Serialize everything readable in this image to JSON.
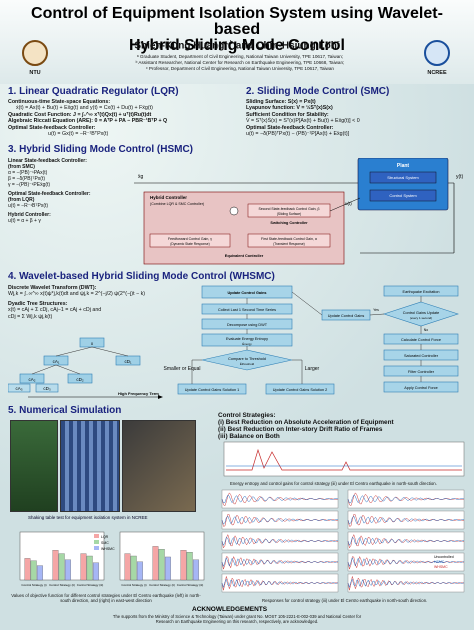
{
  "header": {
    "title_line1": "Control of Equipment Isolation System using Wavelet-based",
    "title_line2": "Hybrid Sliding Mode Control",
    "authors": "Shieh-Kung Huang",
    "authors_sup1": "a, b",
    "authors_and": " and Chin-Hsiung Loh",
    "authors_sup2": "c",
    "affil_a": "ᵃ Graduate Student, Department of Civil Engineering, National Taiwan University, TPE 10617, Taiwan;",
    "affil_b": "ᵇ Assistant Researcher, National Center for Research on Earthquake Engineering, TPE 10668, Taiwan;",
    "affil_c": "ᶜ Professor, Department of Civil Engineering, National Taiwan University, TPE 10617, Taiwan",
    "logo_left": "NTU",
    "logo_right": "NCREE"
  },
  "lqr": {
    "heading": "1. Linear Quadratic Regulator (LQR)",
    "l1": "Continuous-time State-space Equations:",
    "l2": "ẋ(t) = Ax(t) + Bu(t) + Eẍg(t) and y(t) = Cx(t) + Du(t) + Fẍg(t)",
    "l3": "Quadratic Cost Function: J = ∫₀^∞ xᵀ(t)Qx(t) + uᵀ(t)Ru(t)dt",
    "l4": "Algebraic Riccati Equation (ARE): 0 = AᵀP + PA − PBR⁻¹BᵀP + Q",
    "l5": "Optimal State-feedback Controller:",
    "l6": "u(t) = Gx(t) = −R⁻¹BᵀPx(t)"
  },
  "smc": {
    "heading": "2. Sliding Mode Control (SMC)",
    "l1": "Sliding Surface: S(x) = Px(t)",
    "l2": "Lyapunov function: V = ½Sᵀ(x)S(x)",
    "l3": "Sufficient Condition for Stability:",
    "l4": "V̇ = Sᵀ(x)Ṡ(x) = Sᵀ(x)P[Ax(t) + Bu(t) + Eẍg(t)] < 0",
    "l5": "Optimal State-feedback Controller:",
    "l6": "u(t) = −δ(PB)ᵀPx(t) − (PB)⁻¹P[Ax(t) + Eẍg(t)]"
  },
  "hsmc": {
    "heading": "3. Hybrid Sliding Mode Control (HSMC)",
    "l1": "Linear State-feedback Controller:",
    "l2": "(from SMC)",
    "l3": "α = −(PB)⁻¹PAx(t)",
    "l4": "β = −δ(PB)ᵀPx(t)",
    "l5": "γ = −(PB)⁻¹PEẍg(t)",
    "l6": "Optimal State-feedback Controller:",
    "l7": "(from LQR)",
    "l8": "u(t) = −R⁻¹BᵀPx(t)",
    "l9": "Hybrid Controller:",
    "l10": "u(t) = α + β + γ",
    "diagram": {
      "plant": "Plant",
      "structural": "Structural System",
      "control": "Control System",
      "hybrid": "Hybrid Controller",
      "hybrid_sub": "(Combine LQR & SMC Controller)",
      "second_gain": "Second State-feedback Control Gain, β",
      "second_sub": "(Sliding Surface)",
      "switching": "Switching Controller",
      "feedforward": "Feedforward Control Gain, γ",
      "feed_sub": "(Dynamic State Response)",
      "first_gain": "First State-feedback Control Gain, α",
      "first_sub": "(Transient Response)",
      "equivalent": "Equivalent Controller",
      "in_label": "ẍg",
      "out_label": "y(t)",
      "u_label": "u(t)"
    }
  },
  "whsmc": {
    "heading": "4. Wavelet-based Hybrid Sliding Mode Control (WHSMC)",
    "l1": "Discrete Wavelet Transform (DWT):",
    "l2": "Wj,k = ∫₋∞^∞ x(t)ψ*j,k(t)dt and ψj,k = 2^(−j/2) ψ(2^(−j)t − k)",
    "l3": "Dyadic Tree Structures:",
    "l4": "x(t) = cAj + Σ cDj, cAj−1 = cAj + cDj and",
    "l5": "cDj = Σ Wj,k ψj,k(t)",
    "tree": {
      "root": "x",
      "a1": "cA₁",
      "d1": "cD₁",
      "a2": "cA₂",
      "d2": "cD₂",
      "a3": "cA₃",
      "d3": "cD₃",
      "arrow": "High Frequency Term"
    },
    "flow": {
      "update": "Update Control Gains",
      "collect": "Collect Last 1 Second Time Series",
      "decompose": "Decompose using DWT",
      "evaluate": "Evaluate Energy Entropy",
      "evaluate_sym": "Ēnergy",
      "compare": "Compare to Threshold",
      "compare_sym": "Ēthreshold",
      "smaller": "Smaller or Equal",
      "larger": "Larger",
      "gs1": "Update Control Gains Solution 1",
      "gs2": "Update Control Gains Solution 2",
      "exc": "Earthquake Excitation",
      "update_gains": "Update Control Gains",
      "cgu": "Control Gains Update",
      "cgu_sub": "(every 1 second)",
      "no": "No",
      "yes": "Yes",
      "calc": "Calculate Control Force",
      "sat": "Saturated Controller",
      "filter": "Filter Controller",
      "apply": "Apply Control Force"
    }
  },
  "sim": {
    "heading": "5. Numerical Simulation",
    "strategies": "Control Strategies:",
    "s1": "(i) Best Reduction on Absolute Acceleration of Equipment",
    "s2": "(ii) Best Reduction on Inter-story Drift Ratio of Frames",
    "s3": "(iii) Balance on Both",
    "photo_caption": "Shaking table test for equipment isolation system in NCREE",
    "bar_caption": "Values of objective function for different control strategies under El Centro earthquake (left) in north-south direction, and (right) in east-west direction",
    "energy_caption": "Energy entropy and control gains for control strategy (iii) under El Centro earthquake in north-south direction.",
    "response_caption": "Responses for control strategy (iii) under El Centro earthquake in north-south direction.",
    "legend": [
      "LQR",
      "SMC",
      "WHSMC"
    ],
    "resp_legend": [
      "Uncontrolled",
      "HSMC",
      "WHSMC"
    ]
  },
  "ack": {
    "heading": "ACKNOWLEDGEMENTS",
    "text1": "The supports from the Ministry of Science & Technology (Taiwan) under grant No. MOST 105-2221-E-002-039 and National Center for",
    "text2": "Research on Earthquake Engineering on this research, respectively, are acknowledged."
  },
  "chart_data": [
    {
      "type": "bar",
      "title": "",
      "categories": [
        "Control Strategy (i)",
        "Control Strategy (ii)",
        "Control Strategy (iii)"
      ],
      "series": [
        {
          "name": "LQR",
          "values": [
            0.45,
            0.62,
            0.55
          ]
        },
        {
          "name": "SMC",
          "values": [
            0.4,
            0.55,
            0.5
          ]
        },
        {
          "name": "WHSMC",
          "values": [
            0.3,
            0.42,
            0.36
          ]
        }
      ],
      "ylim": [
        0,
        1
      ]
    },
    {
      "type": "bar",
      "title": "",
      "categories": [
        "Control Strategy (i)",
        "Control Strategy (ii)",
        "Control Strategy (iii)"
      ],
      "series": [
        {
          "name": "LQR",
          "values": [
            0.55,
            0.7,
            0.62
          ]
        },
        {
          "name": "SMC",
          "values": [
            0.5,
            0.64,
            0.58
          ]
        },
        {
          "name": "WHSMC",
          "values": [
            0.38,
            0.48,
            0.42
          ]
        }
      ],
      "ylim": [
        0,
        1
      ]
    }
  ],
  "colors": {
    "heading": "#1a237e",
    "flow_box": "#2f7fb5",
    "flow_fill": "#9fd0e6",
    "plant": "#2a7fd0",
    "controller_bg": "#e9c0c0",
    "accent": "#c62828"
  }
}
